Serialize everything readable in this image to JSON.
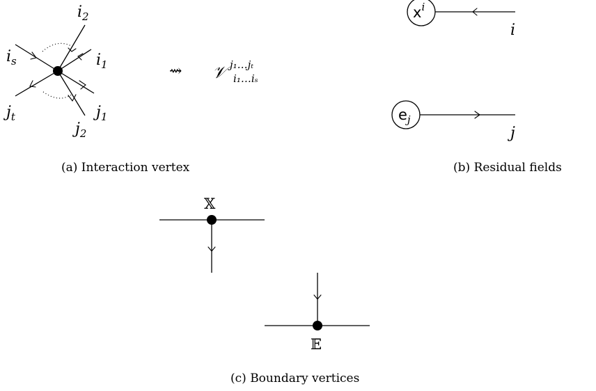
{
  "panel_a": {
    "caption": "(a) Interaction vertex",
    "labels": {
      "i2": {
        "base": "i",
        "sub": "2"
      },
      "i1": {
        "base": "i",
        "sub": "1"
      },
      "is": {
        "base": "i",
        "sub": "s"
      },
      "jt": {
        "base": "j",
        "sub": "t"
      },
      "j1": {
        "base": "j",
        "sub": "1"
      },
      "j2": {
        "base": "j",
        "sub": "2"
      }
    },
    "maps_to": "⇝",
    "vertex_symbol": {
      "base": "𝒱",
      "sup": "j₁…jₜ",
      "sub": "i₁…iₛ"
    }
  },
  "panel_b": {
    "caption": "(b) Residual fields",
    "x_field": {
      "letter": "x",
      "sup": "i",
      "end_label": "i"
    },
    "e_field": {
      "letter": "e",
      "sub": "j",
      "end_label": "j"
    }
  },
  "panel_c": {
    "caption": "(c) Boundary vertices",
    "top_label": "𝕏",
    "bottom_label": "𝔼"
  }
}
